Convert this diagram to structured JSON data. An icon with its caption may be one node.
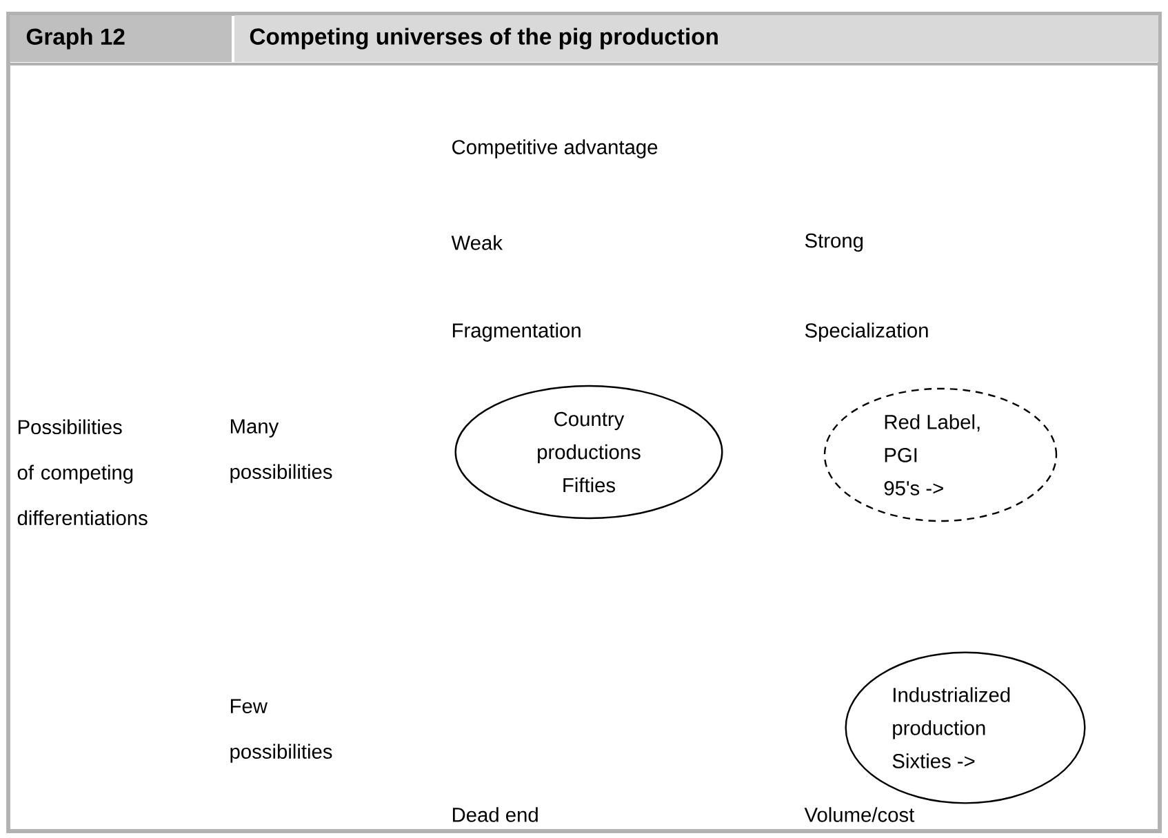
{
  "diagram": {
    "title": "Competing universes of the pig production",
    "nodes": [
      {
        "text": [
          "Country productions",
          "Fifties"
        ]
      },
      {
        "text": [
          "Red Label, PGI",
          "95's ->"
        ]
      },
      {
        "text": [
          "Industrialized production",
          "Sixties ->"
        ]
      }
    ],
    "labels": [
      "Graph 12",
      "Competitive advantage",
      "Weak",
      "Strong",
      "Fragmentation",
      "Specialization",
      "Possibilities of competing differentiations",
      "Many possibilities",
      "Few possibilities",
      "Dead end",
      "Volume/cost"
    ]
  }
}
